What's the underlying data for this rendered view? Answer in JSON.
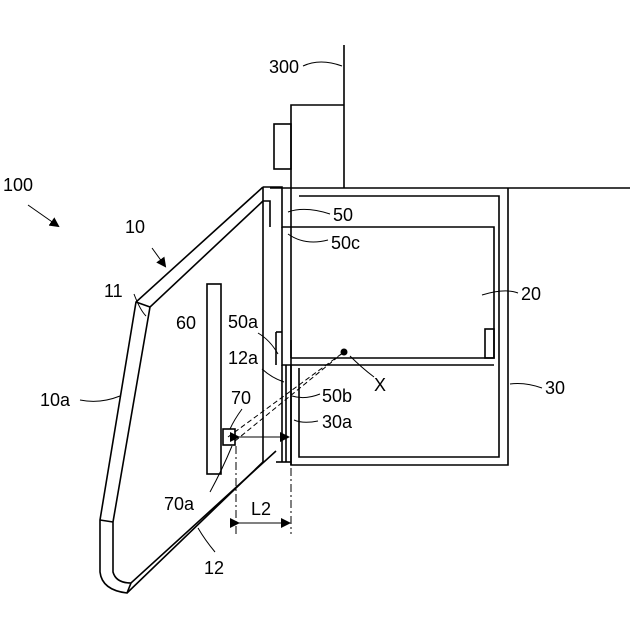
{
  "labels": {
    "l300": "300",
    "l100": "100",
    "l10": "10",
    "l11": "11",
    "l10a": "10a",
    "l60": "60",
    "l50": "50",
    "l50c": "50c",
    "l20": "20",
    "l50a": "50a",
    "l12a": "12a",
    "l50b": "50b",
    "lX": "X",
    "l30": "30",
    "l70": "70",
    "l30a": "30a",
    "l70a": "70a",
    "lL2": "L2",
    "l12": "12"
  }
}
